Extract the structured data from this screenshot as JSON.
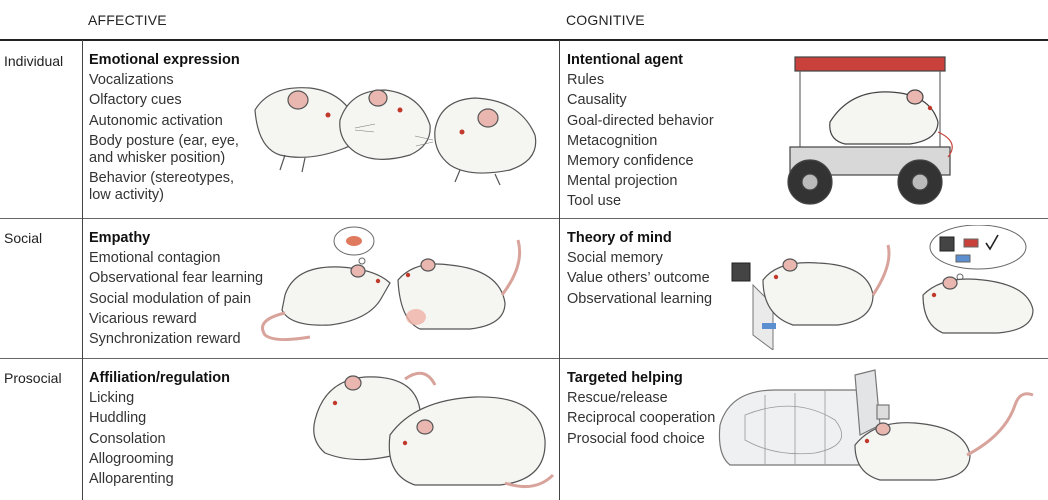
{
  "columns": {
    "affective": "AFFECTIVE",
    "cognitive": "COGNITIVE"
  },
  "rows": [
    {
      "label": "Individual",
      "affective": {
        "title": "Emotional expression",
        "items": [
          "Vocalizations",
          "Olfactory cues",
          "Autonomic activation",
          "Body posture (ear, eye,",
          "and whisker position)",
          "Behavior (stereotypes,",
          "low activity)"
        ]
      },
      "cognitive": {
        "title": "Intentional agent",
        "items": [
          "Rules",
          "Causality",
          "Goal-directed behavior",
          "Metacognition",
          "Memory confidence",
          "Mental projection",
          "Tool use"
        ]
      }
    },
    {
      "label": "Social",
      "affective": {
        "title": "Empathy",
        "items": [
          "Emotional contagion",
          "Observational fear learning",
          "Social modulation of pain",
          "Vicarious reward",
          "Synchronization reward"
        ]
      },
      "cognitive": {
        "title": "Theory of mind",
        "items": [
          "Social memory",
          "Value others’ outcome",
          "Observational learning"
        ]
      }
    },
    {
      "label": "Prosocial",
      "affective": {
        "title": "Affiliation/regulation",
        "items": [
          "Licking",
          "Huddling",
          "Consolation",
          "Allogrooming",
          "Alloparenting"
        ]
      },
      "cognitive": {
        "title": "Targeted helping",
        "items": [
          "Rescue/release",
          "Reciprocal cooperation",
          "Prosocial food choice"
        ]
      }
    }
  ],
  "colors": {
    "rat_fill": "#f5f5f2",
    "outline": "#555555",
    "ear_pink": "#e9b7b0",
    "eye_red": "#c0392b",
    "car_red": "#c8413a",
    "tail_pink": "#d8a39b"
  }
}
